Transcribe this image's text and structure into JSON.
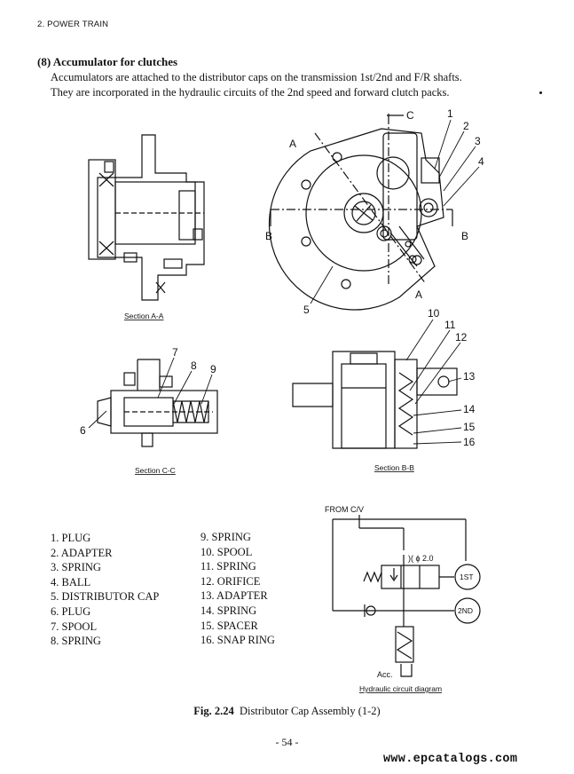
{
  "header": {
    "section": "2.  POWER TRAIN"
  },
  "section": {
    "title": "(8)  Accumulator for clutches",
    "para1": "Accumulators are attached to the distributor caps on the transmission 1st/2nd and F/R shafts.",
    "para2": "They are incorporated in the hydraulic circuits of the 2nd speed and forward clutch packs."
  },
  "drawings": {
    "section_aa": "Section A-A",
    "section_cc": "Section C-C",
    "section_bb": "Section B-B",
    "cut_a": "A",
    "cut_b": "B",
    "cut_c": "C",
    "callouts": [
      "1",
      "2",
      "3",
      "4",
      "5",
      "6",
      "7",
      "8",
      "9",
      "10",
      "11",
      "12",
      "13",
      "14",
      "15",
      "16"
    ]
  },
  "circuit": {
    "from": "FROM C/V",
    "orifice": ")( ϕ 2.0",
    "first": "1ST",
    "second": "2ND",
    "acc": "Acc.",
    "caption": "Hydraulic circuit diagram"
  },
  "parts_left": [
    "1.  PLUG",
    "2.  ADAPTER",
    "3.  SPRING",
    "4.  BALL",
    "5.  DISTRIBUTOR CAP",
    "6.  PLUG",
    "7.  SPOOL",
    "8.  SPRING"
  ],
  "parts_right": [
    "9.  SPRING",
    "10.  SPOOL",
    "11.  SPRING",
    "12.  ORIFICE",
    "13.  ADAPTER",
    "14.  SPRING",
    "15.  SPACER",
    "16.  SNAP RING"
  ],
  "figure": {
    "label": "Fig. 2.24",
    "caption": "Distributor Cap Assembly (1-2)"
  },
  "page_number": "- 54 -",
  "watermark": "www.epcatalogs.com"
}
